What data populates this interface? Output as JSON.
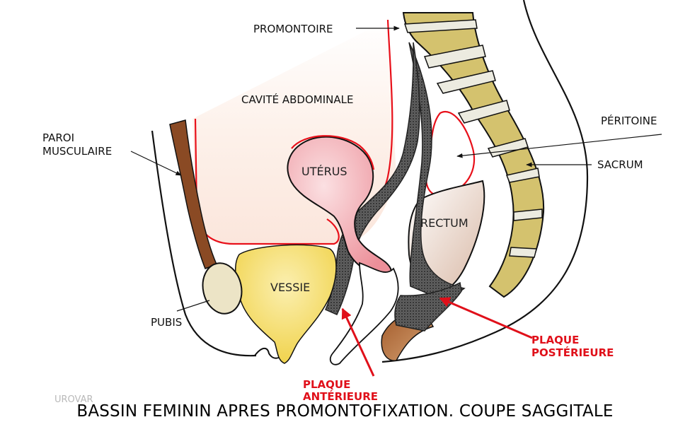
{
  "labels": {
    "promontoire": "PROMONTOIRE",
    "cavite": "CAVITÉ ABDOMINALE",
    "peritoine": "PÉRITOINE",
    "sacrum": "SACRUM",
    "paroi_line1": "PAROI",
    "paroi_line2": "MUSCULAIRE",
    "uterus": "UTÉRUS",
    "rectum": "RECTUM",
    "vessie": "VESSIE",
    "pubis": "PUBIS",
    "plaque_ant_line1": "PLAQUE",
    "plaque_ant_line2": "ANTÉRIEURE",
    "plaque_post_line1": "PLAQUE",
    "plaque_post_line2": "POSTÉRIEURE"
  },
  "watermark": "UROVAR",
  "caption": "BASSIN FEMININ APRES PROMONTOFIXATION. COUPE SAGGITALE",
  "colors": {
    "sacrum_fill": "#d4c26e",
    "disc_fill": "#ecebe0",
    "muscle_fill": "#8a4a24",
    "pubis_fill": "#ece4c6",
    "bladder_fill": "#f2dd6e",
    "uterus_fill": "#f1a9b0",
    "rectum_fill": "#e9d7cd",
    "peritoneum": "#e8101a",
    "abdominal_fill": "#fdf0ea",
    "mesh_fill": "#5a5a5a",
    "arrow_red": "#e0101a"
  }
}
